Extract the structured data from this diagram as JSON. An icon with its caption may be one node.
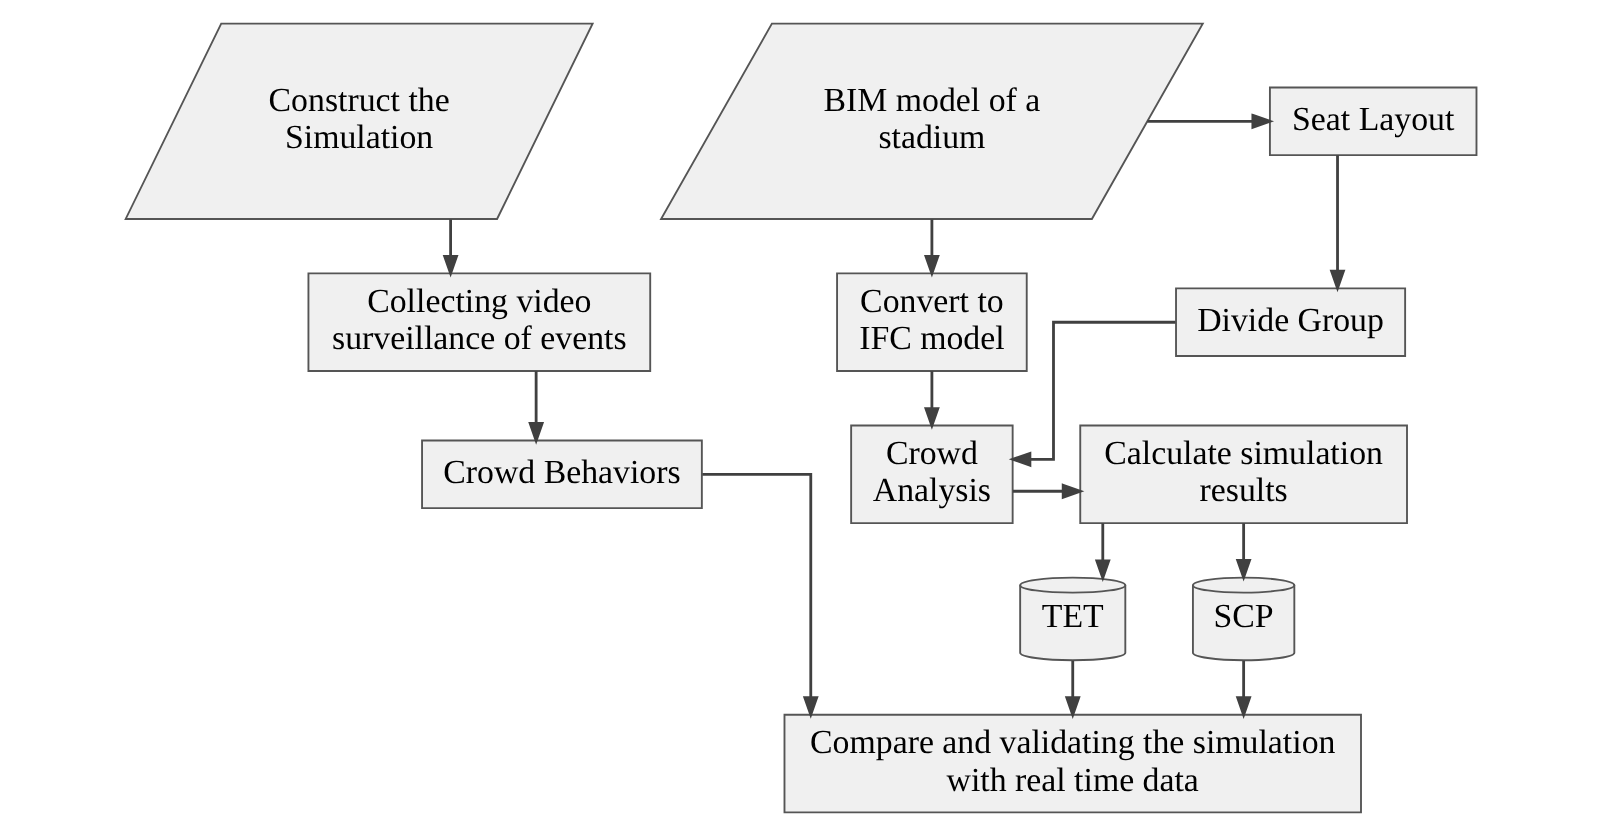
{
  "diagram": {
    "nodes": [
      {
        "text": [
          "Construct the Simulation"
        ]
      },
      {
        "text": [
          "Collecting video surveillance of events"
        ]
      },
      {
        "text": [
          "Crowd Behaviors"
        ]
      },
      {
        "text": [
          "BIM model of a stadium"
        ]
      },
      {
        "text": [
          "Seat Layout"
        ]
      },
      {
        "text": [
          "Convert to IFC model"
        ]
      },
      {
        "text": [
          "Divide Group"
        ]
      },
      {
        "text": [
          "Crowd Analysis"
        ]
      },
      {
        "text": [
          "Calculate simulation results"
        ]
      },
      {
        "text": [
          "TET"
        ]
      },
      {
        "text": [
          "SCP"
        ]
      },
      {
        "text": [
          "Compare and validating the simulation with real time data"
        ]
      }
    ],
    "edges": [
      {
        "from": 0,
        "to": 1,
        "arrow": "to"
      },
      {
        "from": 1,
        "to": 2,
        "arrow": "to"
      },
      {
        "from": 3,
        "to": 4,
        "arrow": "to"
      },
      {
        "from": 3,
        "to": 5,
        "arrow": "to"
      },
      {
        "from": 4,
        "to": 6,
        "arrow": "to"
      },
      {
        "from": 5,
        "to": 7,
        "arrow": "to"
      },
      {
        "from": 6,
        "to": 7,
        "arrow": "to"
      },
      {
        "from": 7,
        "to": 8,
        "arrow": "to"
      },
      {
        "from": 8,
        "to": 9,
        "arrow": "to"
      },
      {
        "from": 8,
        "to": 10,
        "arrow": "to"
      },
      {
        "from": 2,
        "to": 11,
        "arrow": "to"
      },
      {
        "from": 9,
        "to": 11,
        "arrow": "to"
      },
      {
        "from": 10,
        "to": 11,
        "arrow": "to"
      }
    ]
  }
}
